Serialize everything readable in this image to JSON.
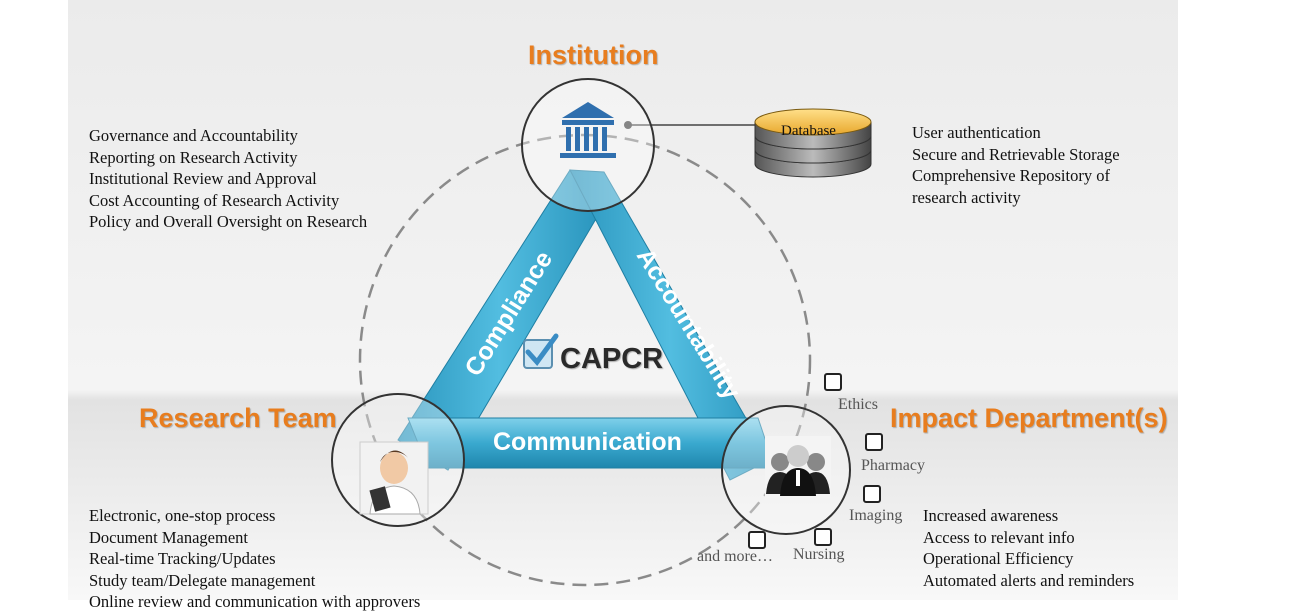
{
  "headings": {
    "institution": "Institution",
    "research_team": "Research Team",
    "impact_departments": "Impact Department(s)"
  },
  "bands": {
    "left": "Compliance",
    "right": "Accountability",
    "bottom": "Communication"
  },
  "center_label": "CAPCR",
  "database_label": "Database",
  "institution_items": [
    "Governance and Accountability",
    "Reporting on Research Activity",
    "Institutional Review and Approval",
    "Cost Accounting of Research Activity",
    "Policy and Overall Oversight on Research"
  ],
  "database_items": [
    "User authentication",
    "Secure and Retrievable Storage",
    "Comprehensive Repository of",
    "research activity"
  ],
  "research_team_items": [
    "Electronic, one-stop process",
    "Document Management",
    "Real-time  Tracking/Updates",
    "Study team/Delegate  management",
    "Online review and communication with approvers"
  ],
  "impact_items": [
    "Increased awareness",
    "Access  to relevant info",
    "Operational Efficiency",
    "Automated alerts and reminders"
  ],
  "departments": {
    "ethics": "Ethics",
    "pharmacy": "Pharmacy",
    "imaging": "Imaging",
    "nursing": "Nursing",
    "more": "and more…"
  },
  "icons": {
    "institution": "bank-building-icon",
    "database": "database-stack-icon",
    "research_team": "doctor-clipboard-icon",
    "impact": "group-people-icon",
    "center": "checkbox-check-icon"
  },
  "colors": {
    "heading": "#e87d1e",
    "band": "#3aa9cf",
    "band_dark": "#1f7fa3",
    "database": "#f5c04a"
  }
}
